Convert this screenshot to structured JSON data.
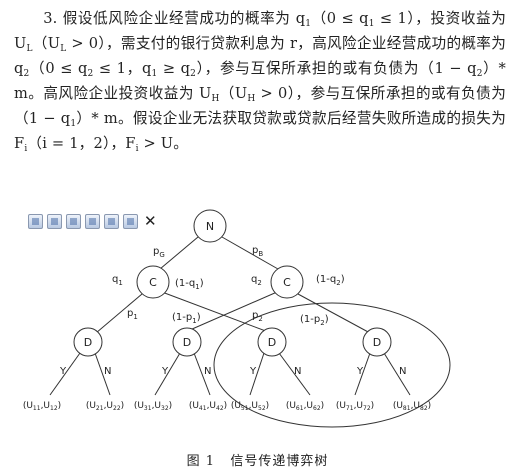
{
  "paragraph": {
    "p1": "3. 假设低风险企业经营成功的概率为 q",
    "p1_sub": "1",
    "p2": "（0 ≤ q",
    "p2_sub": "1",
    "p3": " ≤ 1），投资收益为 U",
    "p3_sub": "L",
    "p4": "（U",
    "p4_sub": "L",
    "p5": " > 0），需支付的银行贷款利息为 r，高风险企业经营成功的概率为 q",
    "p5_sub": "2",
    "p6": "（0 ≤ q",
    "p6_sub": "2",
    "p7": " ≤ 1，q",
    "p7_sub": "1",
    "p8": " ≥ q",
    "p8_sub": "2",
    "p9": "），参与互保所承担的或有负债为（1 − q",
    "p9_sub": "2",
    "p10": "）* m。高风险企业投资收益为 U",
    "p10_sub": "H",
    "p11": "（U",
    "p11_sub": "H",
    "p12": " > 0），参与互保所承担的或有负债为（1 − q",
    "p12_sub": "1",
    "p13": "）* m。假设企业无法获取贷款或贷款后经营失败所造成的损失为 F",
    "p13_sub": "i",
    "p14": "（i = 1，2），F",
    "p14_sub": "i",
    "p15": " > U。"
  },
  "toolbar": {
    "icons": [
      "save-icon",
      "copy-icon",
      "print-icon",
      "preview-icon",
      "word-icon",
      "tools-icon"
    ],
    "close": "✕"
  },
  "tree": {
    "root": "N",
    "chance": "C",
    "decision": "D",
    "edges": {
      "pG": "p",
      "pG_sub": "G",
      "pB": "p",
      "pB_sub": "B",
      "q1": "q",
      "q1_sub": "1",
      "one_minus_q1": "(1-q",
      "one_minus_q1_sub": "1",
      "one_minus_q1_end": ")",
      "q2": "q",
      "q2_sub": "2",
      "one_minus_q2": "(1-q",
      "one_minus_q2_sub": "2",
      "one_minus_q2_end": ")",
      "p1": "p",
      "p1_sub": "1",
      "one_minus_p1": "(1-p",
      "one_minus_p1_sub": "1",
      "one_minus_p1_end": ")",
      "p2": "p",
      "p2_sub": "2",
      "one_minus_p2": "(1-p",
      "one_minus_p2_sub": "2",
      "one_minus_p2_end": ")"
    },
    "yes": "Y",
    "no": "N",
    "payoffs": [
      {
        "a": "11",
        "b": "12"
      },
      {
        "a": "21",
        "b": "22"
      },
      {
        "a": "31",
        "b": "32"
      },
      {
        "a": "41",
        "b": "42"
      },
      {
        "a": "51",
        "b": "52"
      },
      {
        "a": "61",
        "b": "62"
      },
      {
        "a": "71",
        "b": "72"
      },
      {
        "a": "81",
        "b": "82"
      }
    ]
  },
  "caption": {
    "number": "图 1",
    "title": "信号传递博弈树"
  }
}
